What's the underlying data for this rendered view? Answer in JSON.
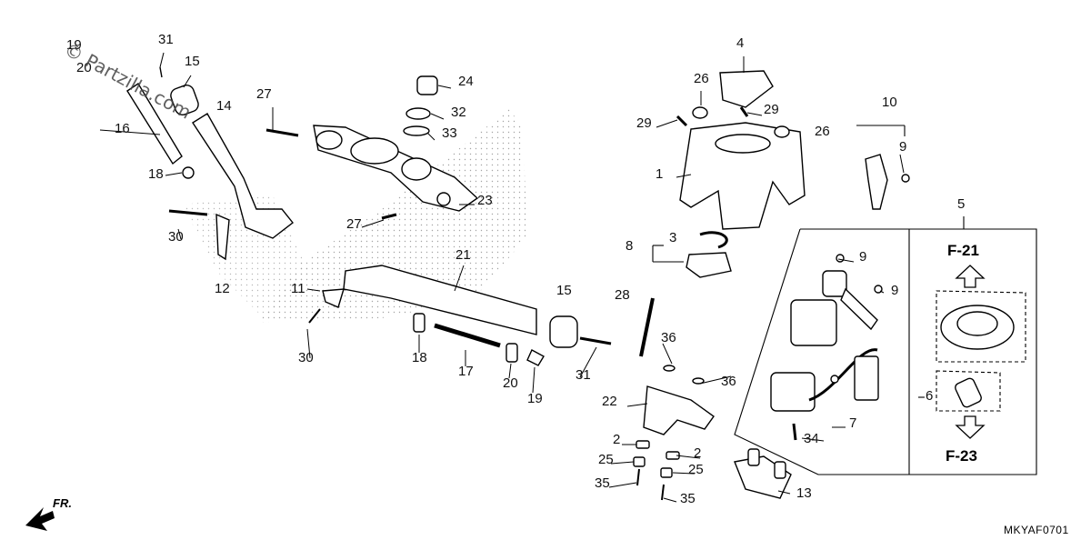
{
  "watermark": {
    "text": "© Partzilla.com"
  },
  "diagram_code": "MKYAF0701",
  "direction_label": "FR.",
  "references": {
    "upper": "F-21",
    "lower": "F-23"
  },
  "callouts": [
    "31",
    "15",
    "19",
    "20",
    "16",
    "14",
    "18",
    "30",
    "12",
    "11",
    "30",
    "27",
    "24",
    "32",
    "33",
    "23",
    "27",
    "21",
    "18",
    "17",
    "20",
    "19",
    "15",
    "31",
    "28",
    "36",
    "22",
    "2",
    "25",
    "35",
    "2",
    "25",
    "35",
    "36",
    "4",
    "26",
    "29",
    "29",
    "26",
    "1",
    "3",
    "8",
    "10",
    "9",
    "5",
    "9",
    "9",
    "6",
    "7",
    "34",
    "13"
  ]
}
